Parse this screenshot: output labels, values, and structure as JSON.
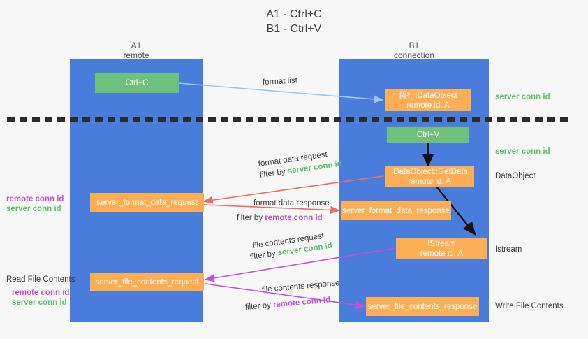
{
  "title": {
    "line1": "A1 - Ctrl+C",
    "line2": "B1 - Ctrl+V"
  },
  "lanes": [
    {
      "id": "A1",
      "name": "A1",
      "sub": "remote",
      "color": "#4a7ddb"
    },
    {
      "id": "B1",
      "name": "B1",
      "sub": "connection",
      "color": "#4a7ddb"
    }
  ],
  "boxes": {
    "ctrl_c": {
      "line1": "Ctrl+C",
      "line2": "",
      "color": "#6ec07a"
    },
    "data_object": {
      "line1": "假行IDataObject",
      "line2": "remote id: A",
      "color": "#fcae55"
    },
    "ctrl_v": {
      "line1": "Ctrl+V",
      "line2": "",
      "color": "#6ec07a"
    },
    "getdata": {
      "line1": "IDataObject::GetData",
      "line2": "remote id: A",
      "color": "#fcae55"
    },
    "format_data_request": {
      "line1": "server_format_data_request",
      "line2": "",
      "color": "#fcae55"
    },
    "format_data_response": {
      "line1": "server_format_data_response",
      "line2": "",
      "color": "#fcae55"
    },
    "istream": {
      "line1": "IStream",
      "line2": "remote id: A",
      "color": "#fcae55"
    },
    "file_contents_request": {
      "line1": "server_file_contents_request",
      "line2": "",
      "color": "#fcae55"
    },
    "file_contents_response": {
      "line1": "server_file_contents_response",
      "line2": "",
      "color": "#fcae55"
    }
  },
  "annotations": {
    "format_list": "format list",
    "format_data_request_l1": "format data request",
    "format_data_request_l2_prefix": "filter by ",
    "format_data_request_l2_key": "server conn id",
    "format_data_response_l1": "format data response",
    "format_data_response_l2_prefix": "filter by ",
    "format_data_response_l2_key": "remote conn id",
    "file_contents_request_l1": "file contents request",
    "file_contents_request_l2_prefix": "filter by ",
    "file_contents_request_l2_key": "server conn id",
    "file_contents_response_l1": "file contents response",
    "file_contents_response_l2_prefix": "filter by ",
    "file_contents_response_l2_key": "remote conn id"
  },
  "right_labels": {
    "server_conn_id_top": "server conn id",
    "server_conn_id_mid": "server conn id",
    "data_object": "DataObject",
    "istream": "Istream",
    "write_file_contents": "Write File Contents"
  },
  "left_labels": {
    "remote_conn_id_1": "remote conn id",
    "server_conn_id_1": "server conn id",
    "read_file_contents": "Read File Contents",
    "remote_conn_id_2": "remote conn id",
    "server_conn_id_2": "server conn id"
  },
  "colors": {
    "lane": "#4a7ddb",
    "green_box": "#6ec07a",
    "orange_box": "#fcae55",
    "green_text": "#5fbf6a",
    "purple_text": "#c152d6",
    "arrow_blue": "#9cc8ef",
    "arrow_red": "#ea6d64",
    "arrow_magenta": "#c152d6",
    "arrow_black": "#111111",
    "divider": "#2b2b2b",
    "background": "#f7f7f7"
  }
}
